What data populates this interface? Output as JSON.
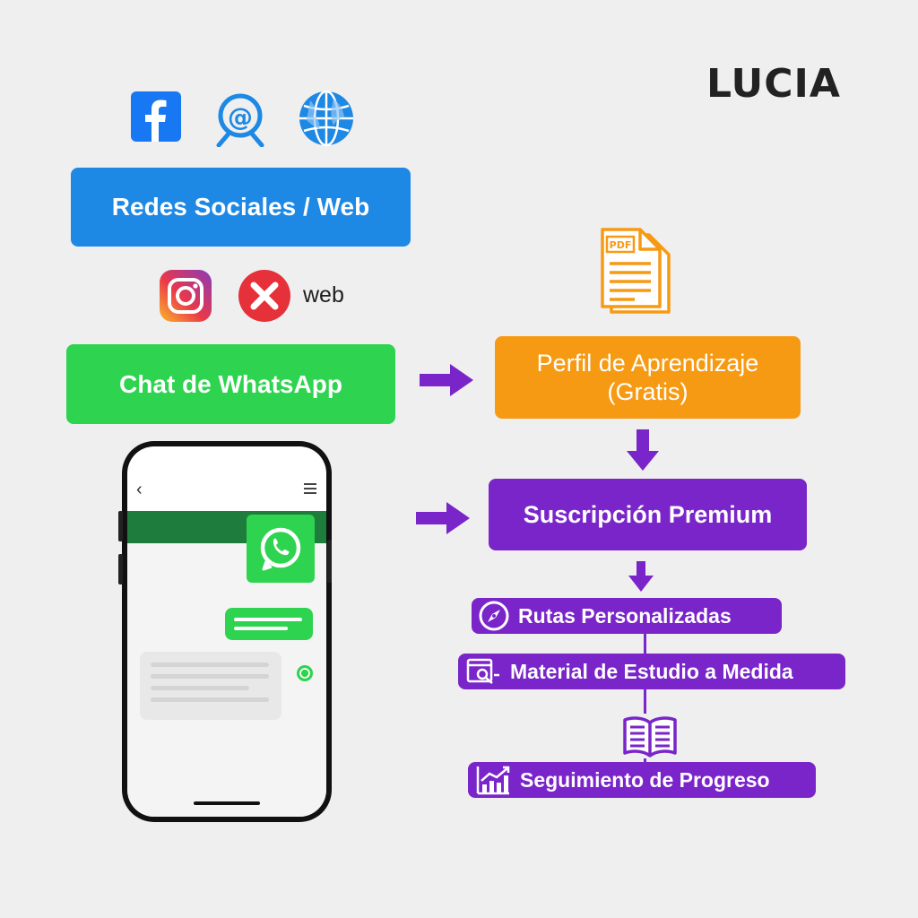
{
  "brand": "LUCIA",
  "social_box": {
    "label": "Redes Sociales / Web",
    "color": "#1e88e5"
  },
  "web_label": "web",
  "whatsapp_box": {
    "label": "Chat de WhatsApp",
    "color": "#2ed44f"
  },
  "profile_box": {
    "line1": "Perfil de Aprendizaje",
    "line2": "(Gratis)",
    "color": "#f79a13"
  },
  "pdf_label": "PDF",
  "premium_box": {
    "label": "Suscripción Premium",
    "color": "#7a25c9"
  },
  "features": [
    {
      "label": "Rutas Personalizadas",
      "icon": "compass-icon"
    },
    {
      "label": "Material de Estudio a Medida",
      "icon": "study-material-icon"
    },
    {
      "label": "Seguimiento de Progreso",
      "icon": "progress-chart-icon"
    }
  ],
  "icons": [
    "facebook-icon",
    "at-sign-icon",
    "globe-icon",
    "instagram-icon",
    "x-mark-icon",
    "pdf-document-icon",
    "whatsapp-icon",
    "open-book-icon"
  ],
  "colors": {
    "arrow": "#7a25c9",
    "background": "#efefef"
  }
}
